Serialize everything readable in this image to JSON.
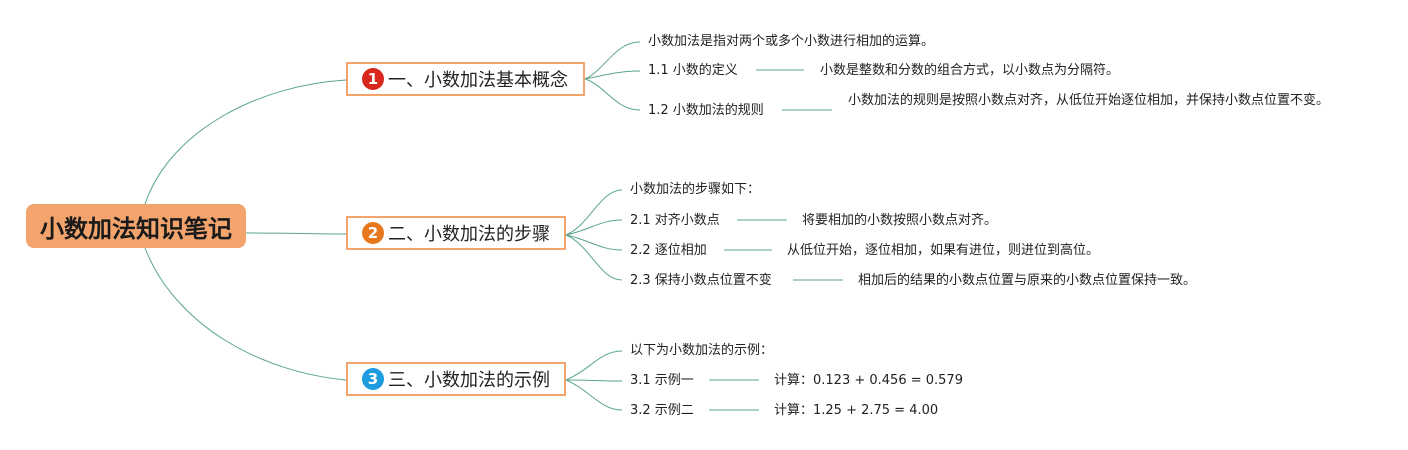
{
  "colors": {
    "link": "#5aa58a",
    "root_fill": "#f2a46c",
    "branch_border": "#f2a46c",
    "badge_red": "#d9261c",
    "badge_orange": "#e8781e",
    "badge_blue": "#1f9be0"
  },
  "root": {
    "title": "小数加法知识笔记"
  },
  "branches": [
    {
      "badge": "1",
      "title": "一、小数加法基本概念",
      "intro": "小数加法是指对两个或多个小数进行相加的运算。",
      "items": [
        {
          "label": "1.1 小数的定义",
          "text": "小数是整数和分数的组合方式，以小数点为分隔符。"
        },
        {
          "label": "1.2 小数加法的规则",
          "text": "小数加法的规则是按照小数点对齐，从低位开始逐位相加，并保持小数点位置不变。"
        }
      ]
    },
    {
      "badge": "2",
      "title": "二、小数加法的步骤",
      "intro": "小数加法的步骤如下：",
      "items": [
        {
          "label": "2.1 对齐小数点",
          "text": "将要相加的小数按照小数点对齐。"
        },
        {
          "label": "2.2 逐位相加",
          "text": "从低位开始，逐位相加，如果有进位，则进位到高位。"
        },
        {
          "label": "2.3 保持小数点位置不变",
          "text": "相加后的结果的小数点位置与原来的小数点位置保持一致。"
        }
      ]
    },
    {
      "badge": "3",
      "title": "三、小数加法的示例",
      "intro": "以下为小数加法的示例：",
      "items": [
        {
          "label": "3.1 示例一",
          "text": "计算：0.123 + 0.456 = 0.579"
        },
        {
          "label": "3.2 示例二",
          "text": "计算：1.25 + 2.75 = 4.00"
        }
      ]
    }
  ]
}
